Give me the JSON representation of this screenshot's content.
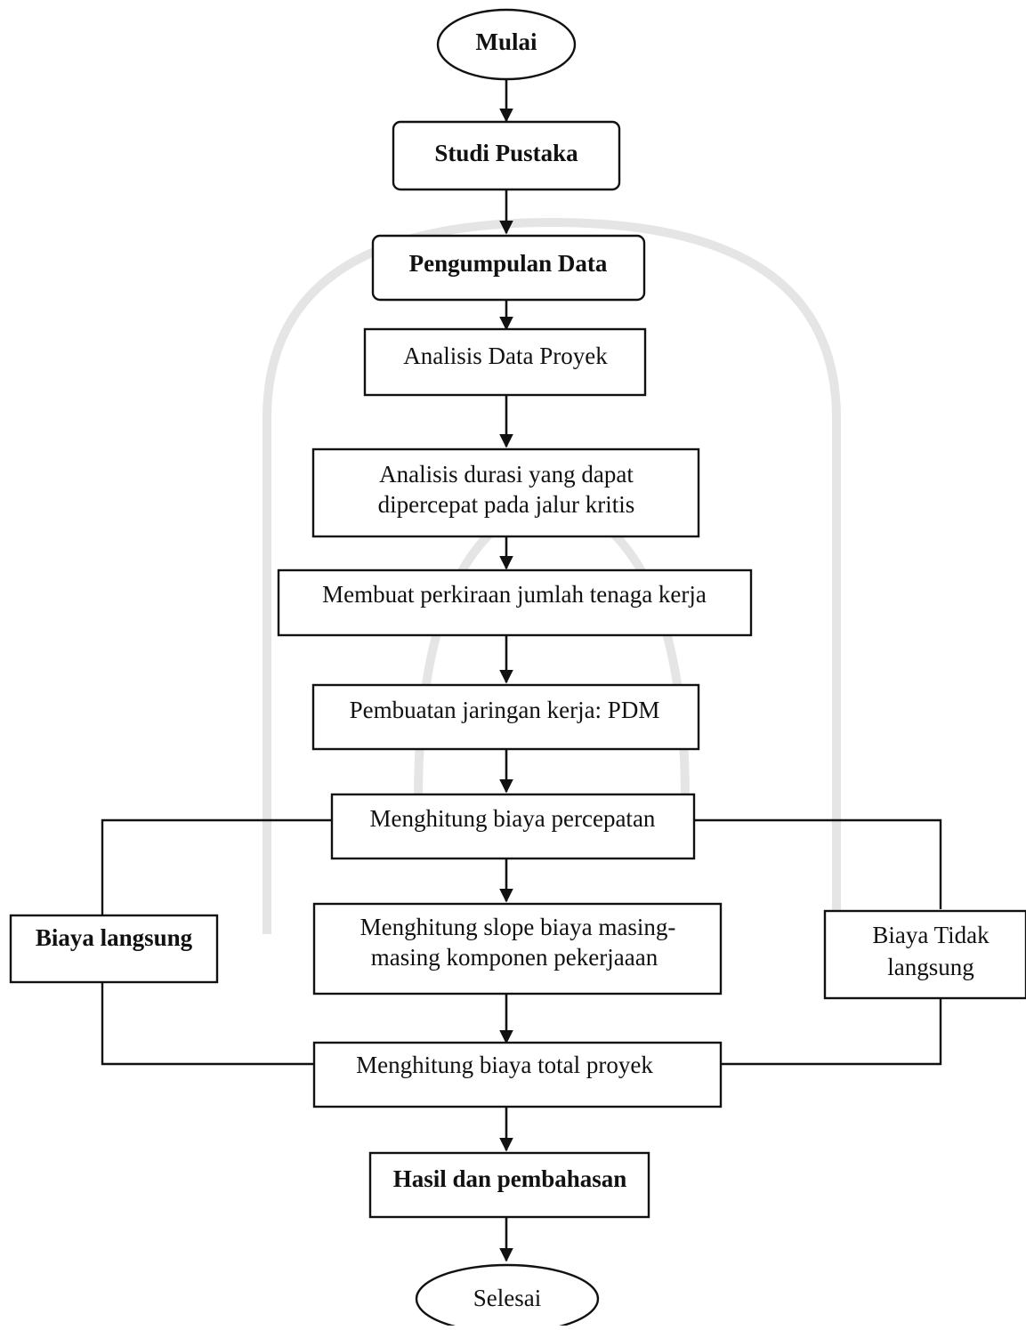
{
  "flowchart": {
    "start": "Mulai",
    "steps": [
      "Studi Pustaka",
      "Pengumpulan Data",
      "Analisis Data Proyek",
      [
        "Analisis durasi yang dapat",
        "dipercepat pada jalur kritis"
      ],
      "Membuat perkiraan jumlah tenaga kerja",
      "Pembuatan jaringan kerja: PDM",
      "Menghitung biaya percepatan",
      [
        "Menghitung slope biaya masing-",
        "masing komponen pekerjaaan"
      ],
      "Menghitung biaya total proyek",
      "Hasil dan pembahasan"
    ],
    "side_left": "Biaya langsung",
    "side_right": [
      "Biaya Tidak",
      "langsung"
    ],
    "end": "Selesai"
  }
}
